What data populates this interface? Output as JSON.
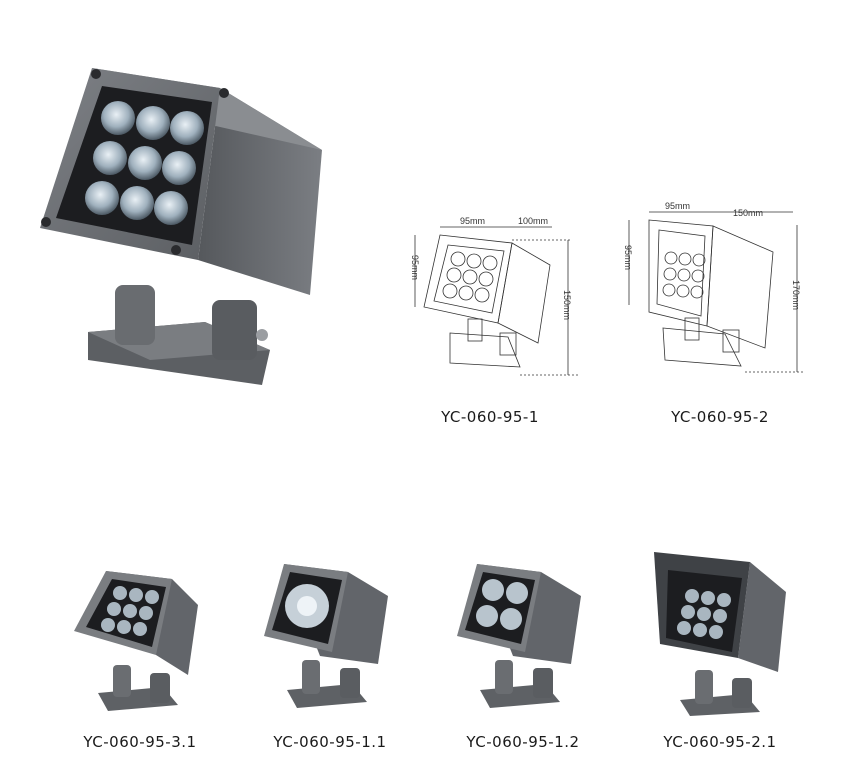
{
  "hero": {
    "led_count": 9
  },
  "drawings": [
    {
      "caption": "YC-060-95-1",
      "width_label": "95mm",
      "depth_label": "100mm",
      "height_label": "150mm",
      "side_label": "95mm"
    },
    {
      "caption": "YC-060-95-2",
      "width_label": "95mm",
      "depth_label": "150mm",
      "height_label": "170mm",
      "side_label": "95mm"
    }
  ],
  "variants": [
    {
      "caption": "YC-060-95-3.1",
      "leds": 9
    },
    {
      "caption": "YC-060-95-1.1",
      "leds": 1
    },
    {
      "caption": "YC-060-95-1.2",
      "leds": 4
    },
    {
      "caption": "YC-060-95-2.1",
      "leds": 9
    }
  ],
  "colors": {
    "housing": "#6c6f73",
    "housing_dark": "#4b4e52",
    "face": "#1c1d20",
    "lens": "#b9c3cc"
  }
}
